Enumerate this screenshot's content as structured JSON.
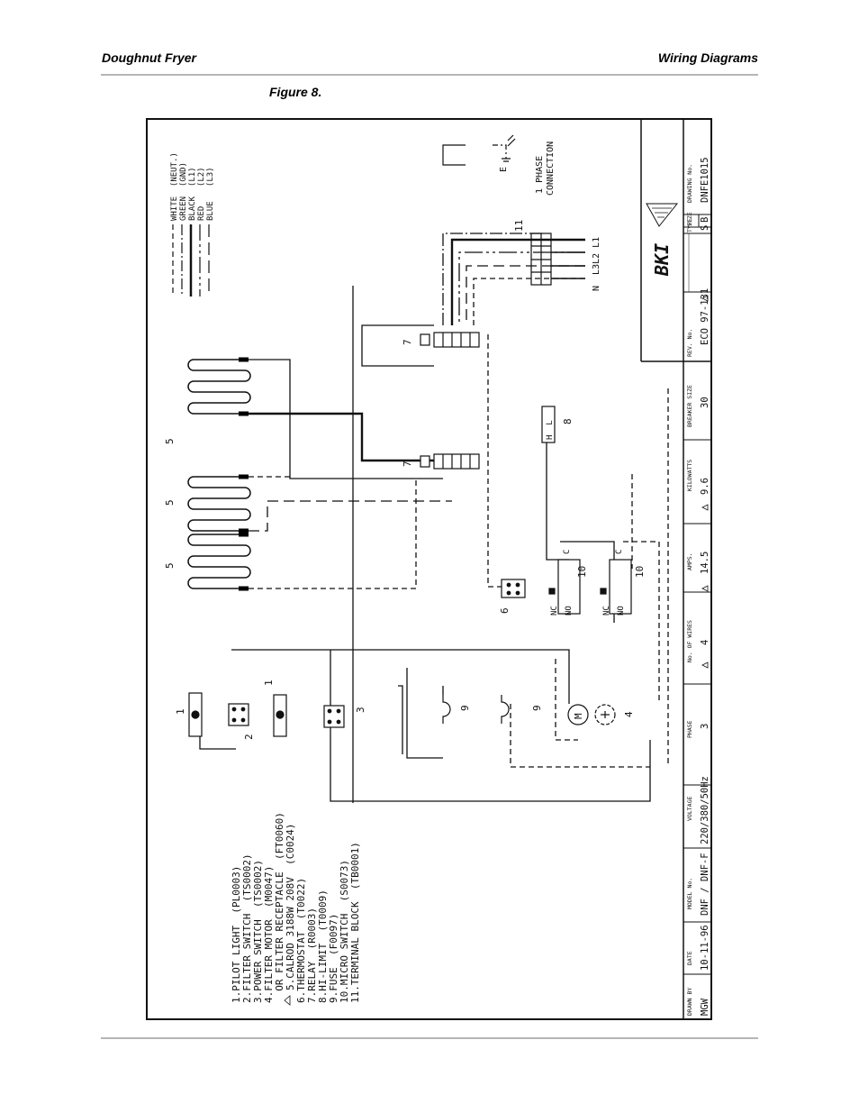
{
  "header": {
    "left": "Doughnut Fryer",
    "right": "Wiring Diagrams"
  },
  "figure": {
    "caption": "Figure 8."
  },
  "legend": [
    "WHITE  (NEUT.)",
    "GREEN  (GND)",
    "BLACK  (L1)",
    "RED    (L2)",
    "BLUE   (L3)"
  ],
  "parts": [
    "1.PILOT LIGHT  (PL0003)",
    "2.FILTER SWITCH  (TS0002)",
    "3.POWER SWITCH  (TS0002)",
    "4.FILTER MOTOR  (M0047)",
    "  OR FILTER RECEPTACLE  (FT0060)",
    "5.CALROD 3188W 208V  (C0024)",
    "6.THERMOSTAT  (T0022)",
    "7.RELAY  (R0003)",
    "8.HI-LIMIT  (T0009)",
    "9.FUSE  (F0097)",
    "10.MICRO SWITCH  (S0073)",
    "11.TERMINAL BLOCK  (TB0001)"
  ],
  "connection": {
    "line1": "1 PHASE",
    "line2": "CONNECTION",
    "ground": "E",
    "terminals": "N  L3L2 L1"
  },
  "callouts": {
    "c1": "1",
    "c1b": "1",
    "c2": "2",
    "c3": "3",
    "c4": "4",
    "c5a": "5",
    "c5b": "5",
    "c5c": "5",
    "c6": "6",
    "c7a": "7",
    "c7b": "7",
    "c8": "8",
    "c9a": "9",
    "c9b": "9",
    "c10a": "10",
    "c10b": "10",
    "c11": "11",
    "hl": "H  L",
    "c": "C",
    "nc": "NC",
    "no": "NO",
    "motor": "M"
  },
  "title_block": {
    "drawn_by_label": "DRAWN BY",
    "drawn_by": "MGW",
    "date_label": "DATE",
    "date": "10-11-96",
    "model_label": "MODEL No.",
    "model": "DNF / DNF-F",
    "voltage_label": "VOLTAGE",
    "voltage": "220/380/50Hz",
    "phase_label": "PHASE",
    "phase": "3",
    "wires_label": "No. OF WIRES",
    "wires": "4",
    "amps_label": "AMPS.",
    "amps": "14.5",
    "kw_label": "KILOWATTS",
    "kw": "9.6",
    "breaker_label": "BREAKER SIZE",
    "breaker": "30",
    "rev_label": "REV. No.",
    "rev": "ECO 97-131",
    "type_label": "TYPE",
    "size_label": "SIZE",
    "type": "S",
    "size": "B",
    "drawing_label": "DRAWING No.",
    "drawing": "DNFE1015",
    "logo": "BKI"
  }
}
